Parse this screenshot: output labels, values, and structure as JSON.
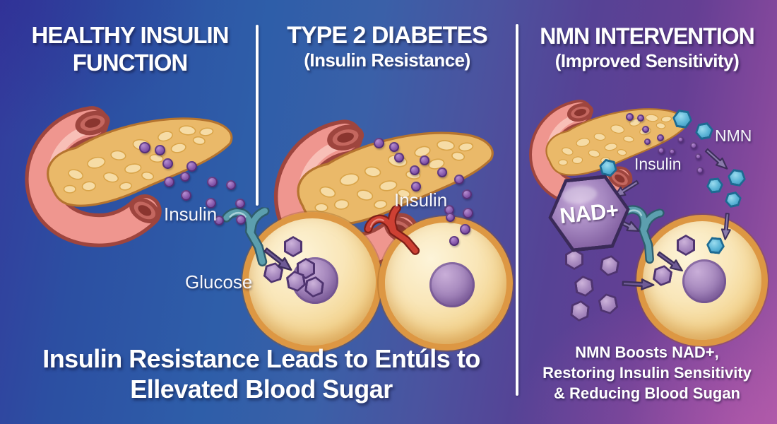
{
  "header": {
    "panel1_title_line1": "HEALTHY INSULIN",
    "panel1_title_line2": "FUNCTION",
    "panel2_title": "TYPE 2 DIABETES",
    "panel2_subtitle": "(Insulin Resistance)",
    "panel3_title": "NMN INTERVENTION",
    "panel3_subtitle": "(Improved Sensitivity)"
  },
  "labels": {
    "panel1_insulin": "Insulin",
    "panel1_glucose": "Glucose",
    "panel2_insulin": "Insulin",
    "panel3_insulin": "Insulin",
    "panel3_nmn": "NMN",
    "nad_badge": "NAD+"
  },
  "captions": {
    "main_line1": "Insulin Resistance Leads to Entúls to",
    "main_line2": "Ellevated Blood Sugar",
    "nmn_line1": "NMN Boosts NAD+,",
    "nmn_line2": "Restoring Insulin Sensitivity",
    "nmn_line3": "& Reducing Blood Sugan"
  },
  "icons": {
    "pancreas": "pancreas-illustration",
    "insulin_dot": "insulin-molecule-dot",
    "glucose_hex": "glucose-hexagon",
    "nmn_hex": "nmn-hexagon",
    "receptor_healthy": "insulin-receptor-teal",
    "receptor_resistant": "insulin-receptor-red",
    "cell": "body-cell",
    "nucleus": "cell-nucleus",
    "arrow": "flow-arrow",
    "nad_badge": "nad-hexagon-badge"
  },
  "colors": {
    "bg_blue": "#2e5ea9",
    "bg_indigo": "#343a9c",
    "bg_purple": "#653f94",
    "bg_magenta": "#9f55a3",
    "divider": "#ffffff",
    "title_text": "#ffffff",
    "insulin_dot": "#8a5cae",
    "glucose_hex": "#a98bc0",
    "nmn_hex": "#5ab4d6",
    "receptor_healthy": "#5c9fae",
    "receptor_resistant": "#ce4033",
    "cell_fill": "#f9e6b8",
    "cell_border": "#dd9743",
    "nucleus": "#a284ba",
    "pancreas_body": "#eab969",
    "duodenum": "#ef968f",
    "nad_badge_fill": "#a587c0"
  }
}
